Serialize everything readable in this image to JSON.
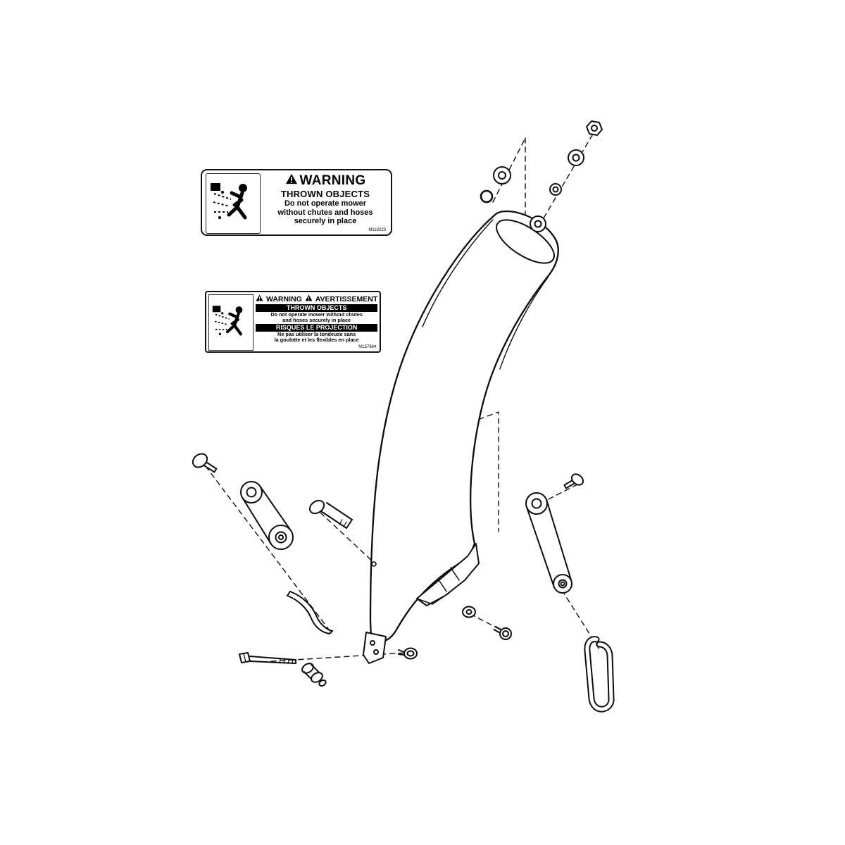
{
  "page": {
    "background": "#ffffff",
    "line_color": "#000000"
  },
  "warning_label_en": {
    "header": "WARNING",
    "title": "THROWN OBJECTS",
    "body_lines": [
      "Do not operate mower",
      "without chutes and hoses",
      "securely in place"
    ],
    "part_code": "M118223"
  },
  "warning_label_bilingual": {
    "header_en": "WARNING",
    "header_fr": "AVERTISSEMENT",
    "title_en": "THROWN OBJECTS",
    "body_en_lines": [
      "Do not operate mower without chutes",
      "and hoses securely in place"
    ],
    "title_fr": "RISQUES LE PROJECTION",
    "body_fr_lines": [
      "Ne pas utiliser la tondeuse sans",
      "la goulotte et les flexibles en place"
    ],
    "part_code": "M157884"
  }
}
